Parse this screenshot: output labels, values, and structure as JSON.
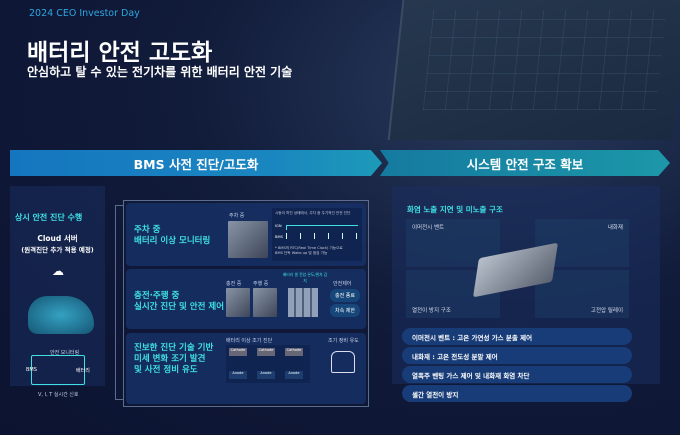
{
  "header": {
    "event": "2024 CEO Investor Day",
    "title": "배터리 안전 고도화",
    "subtitle": "안심하고 탈 수 있는 전기차를 위한 배터리 안전 기술"
  },
  "left": {
    "banner": "BMS 사전 진단/고도화",
    "side": {
      "heading": "상시 안전 진단 수행",
      "cloud": "Cloud 서버",
      "cloud_note": "(원격진단 추가 적용 예정)",
      "monitor": "안전 모니터링",
      "bms": "BMS",
      "battery": "배터리",
      "signal": "V, I, T 실시간 신호"
    },
    "rows": [
      {
        "title": [
          "주차 중",
          "배터리 이상 모니터링"
        ],
        "img_label": "주차 중",
        "chart_title": "시동이 꺼진 상태에서, 주차 중 주기적인 안전 진단",
        "lines": [
          "IGN",
          "BMS"
        ],
        "note": "* BMS의 RTC(Real Time Clock) 기능으로 BMS 단독 Wake-up 및 점검 가능"
      },
      {
        "title": [
          "충전·주행 중",
          "실시간 진단 및 안전 제어"
        ],
        "img1": "충전 중",
        "img2": "주행 중",
        "cell": "배터리 셀 전압·온도/편차 감지",
        "control": "안전제어",
        "actions": [
          "충전 종료",
          "차속 제한"
        ]
      },
      {
        "title": [
          "진보한 진단 기술 기반",
          "미세 변화 조기 발견",
          "및 사전 정비 유도"
        ],
        "diag": "배터리 이상 조기 진단",
        "cathode": "Cathode",
        "anode": "Anode",
        "service": "조기 정비 유도"
      }
    ]
  },
  "right": {
    "banner": "시스템 안전 구조 확보",
    "heading": "화염 노출 지연 및 미노출 구조",
    "parts": [
      "이머전시 벤트",
      "내화재",
      "열전이 방지 구조",
      "고전압 릴레이"
    ],
    "features": [
      "이머전시 벤트 : 고온 가연성 가스 분출 제어",
      "내화재 : 고온 전도성 분말 제어",
      "열폭주 벤팅 가스 제어 및 내화재 화염 차단",
      "셀간 열전이 방지"
    ]
  }
}
